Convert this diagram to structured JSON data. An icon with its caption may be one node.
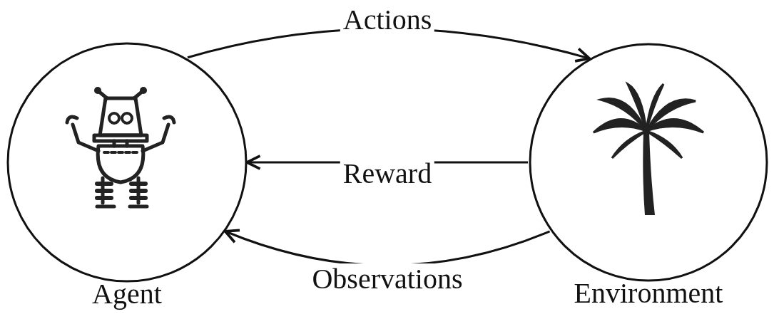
{
  "diagram": {
    "nodes": [
      {
        "text": [
          "Agent"
        ]
      },
      {
        "text": [
          "Environment"
        ]
      }
    ],
    "edges": [
      {
        "from": 0,
        "to": 1,
        "arrow": "to",
        "label": "Actions"
      },
      {
        "from": 1,
        "to": 0,
        "arrow": "to",
        "label": "Reward"
      },
      {
        "from": 1,
        "to": 0,
        "arrow": "to",
        "label": "Observations"
      }
    ]
  }
}
